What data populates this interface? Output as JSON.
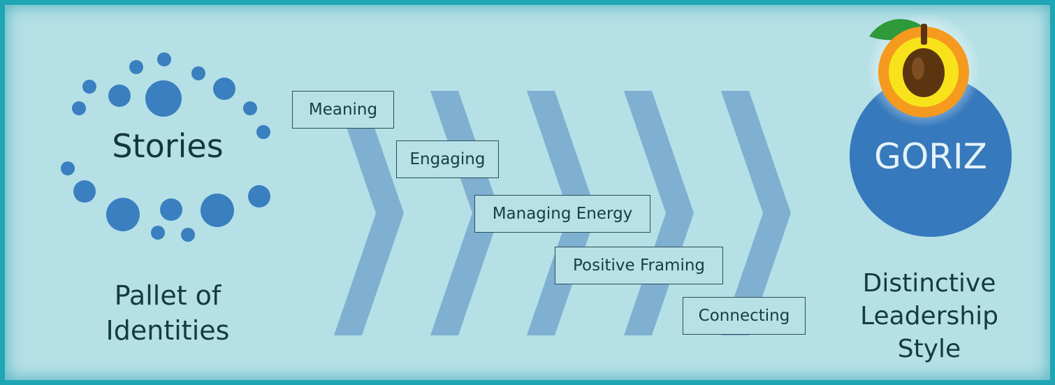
{
  "left_cluster": {
    "label": "Stories",
    "caption_lines": [
      "Pallet of",
      "Identities"
    ]
  },
  "steps": [
    "Meaning",
    "Engaging",
    "Managing Energy",
    "Positive Framing",
    "Connecting"
  ],
  "right_cluster": {
    "label": "GORIZ",
    "caption_lines": [
      "Distinctive",
      "Leadership",
      "Style"
    ]
  },
  "colors": {
    "background": "#b5e0e6",
    "frame": "#1fa6b5",
    "dots": "#3a7fbf",
    "chevrons": "#7fb0d2",
    "brand_circle": "#3679bc",
    "text": "#153a3f",
    "fruit_orange": "#f59a1e",
    "fruit_yellow": "#f8e21c",
    "seed": "#5b3410",
    "leaf": "#2e9a3a"
  },
  "icons": {
    "brand": "apricot-fruit-icon"
  }
}
